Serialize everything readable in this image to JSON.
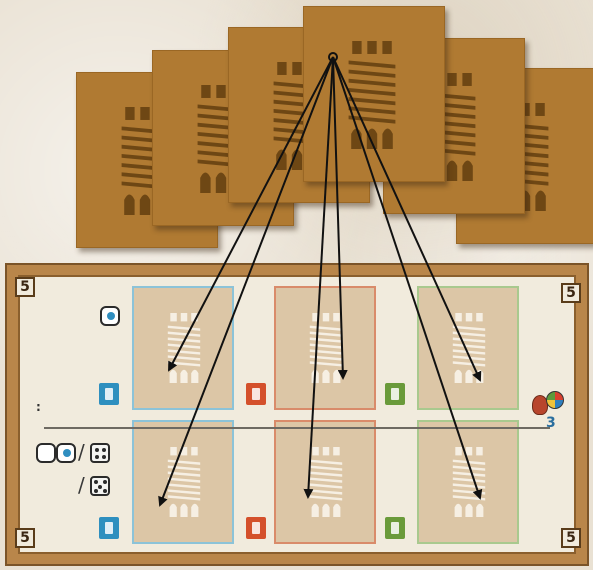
{
  "scene": "tower-cards-to-board",
  "cards": [
    {
      "id": "card-1"
    },
    {
      "id": "card-2"
    },
    {
      "id": "card-3"
    },
    {
      "id": "card-4"
    },
    {
      "id": "card-5"
    },
    {
      "id": "card-6"
    }
  ],
  "board": {
    "corner_numbers": [
      "5",
      "5",
      "5",
      "5"
    ],
    "columns": [
      "blue",
      "red",
      "green"
    ],
    "rows": [
      "top",
      "bottom"
    ],
    "bonus_badge_value": "3",
    "row_divider_marks": ":"
  },
  "colors": {
    "card_brown": "#b07a32",
    "board_frame": "#b9864a",
    "board_surface": "#f1ebdd",
    "slot_fill": "#dcc6a6",
    "blue": "#2e8fbf",
    "red": "#d4502b",
    "green": "#6a9a3a",
    "arrow": "#111111"
  }
}
